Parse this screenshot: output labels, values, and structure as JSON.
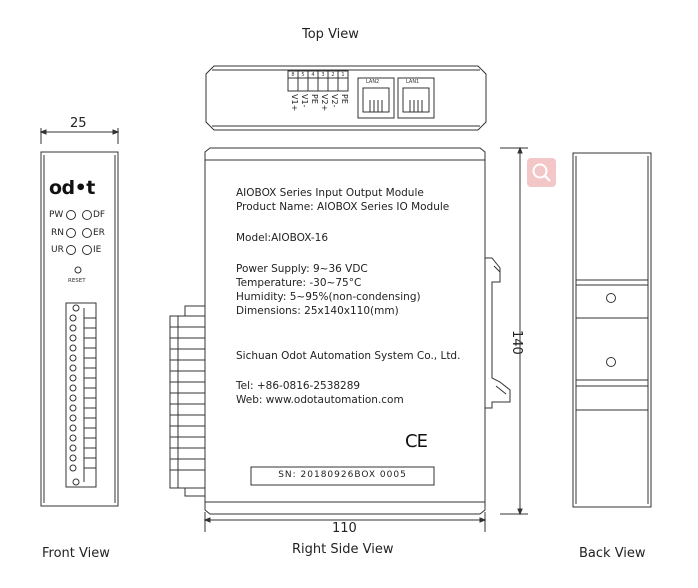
{
  "views": {
    "top": "Top View",
    "front": "Front View",
    "right": "Right Side View",
    "back": "Back View"
  },
  "dimensions": {
    "width": "25",
    "length": "110",
    "height": "140"
  },
  "front_panel": {
    "logo": "od•t",
    "leds": [
      "PW",
      "DF",
      "RN",
      "ER",
      "UR",
      "IE"
    ],
    "reset_label": "RESET"
  },
  "top_panel": {
    "terminals": [
      "8",
      "5",
      "4",
      "3",
      "2",
      "1"
    ],
    "terminal_labels": [
      "V1+",
      "V1-",
      "PE",
      "V2+",
      "V2-",
      "PE"
    ],
    "ports": [
      "LAN2",
      "LAN1"
    ]
  },
  "label": {
    "lines": [
      "AIOBOX Series Input Output Module",
      "Product Name: AIOBOX Series IO Module",
      "",
      "Model:AIOBOX-16",
      "",
      "Power Supply:  9~36 VDC",
      "Temperature:  -30~75°C",
      "Humidity:  5~95%(non-condensing)",
      "Dimensions: 25x140x110(mm)",
      "",
      "Sichuan Odot Automation System Co., Ltd.",
      "",
      "Tel: +86-0816-2538289",
      "Web: www.odotautomation.com"
    ],
    "ce_mark": "CE",
    "serial": "SN: 20180926BOX 0005"
  },
  "colors": {
    "line": "#333333",
    "search_bg": "#f3c7c7",
    "search_icon": "#ffffff"
  }
}
